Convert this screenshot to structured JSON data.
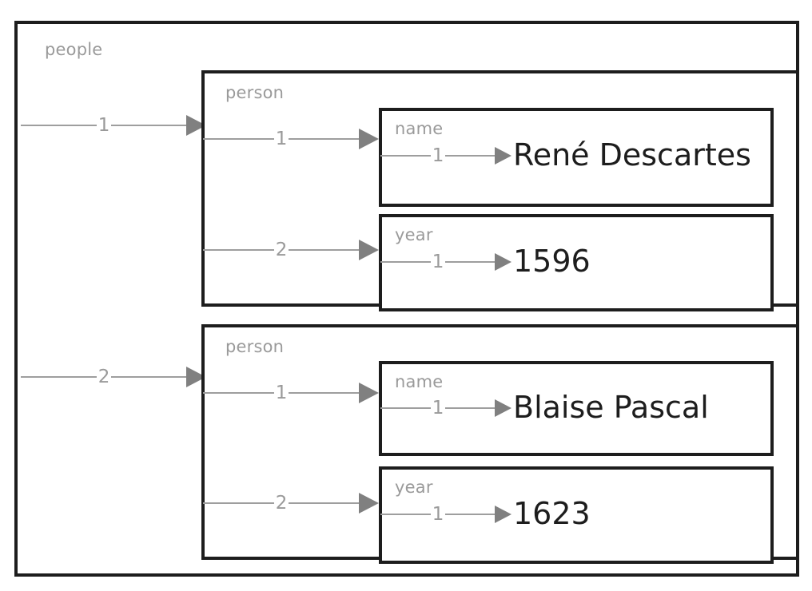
{
  "diagram": {
    "type": "nested-json-structure",
    "root": {
      "label": "people",
      "box_name": "people-box"
    },
    "items": [
      {
        "index": "1",
        "label": "person",
        "fields": [
          {
            "index": "1",
            "label": "name",
            "value_index": "1",
            "value": "René Descartes"
          },
          {
            "index": "2",
            "label": "year",
            "value_index": "1",
            "value": "1596"
          }
        ]
      },
      {
        "index": "2",
        "label": "person",
        "fields": [
          {
            "index": "1",
            "label": "name",
            "value_index": "1",
            "value": "Blaise Pascal"
          },
          {
            "index": "2",
            "label": "year",
            "value_index": "1",
            "value": "1623"
          }
        ]
      }
    ],
    "colors": {
      "border": "#1d1d1d",
      "label": "#9a9a9a",
      "arrow": "#808080",
      "line": "#9e9e9e",
      "value": "#1d1d1d",
      "background": "#ffffff"
    }
  }
}
